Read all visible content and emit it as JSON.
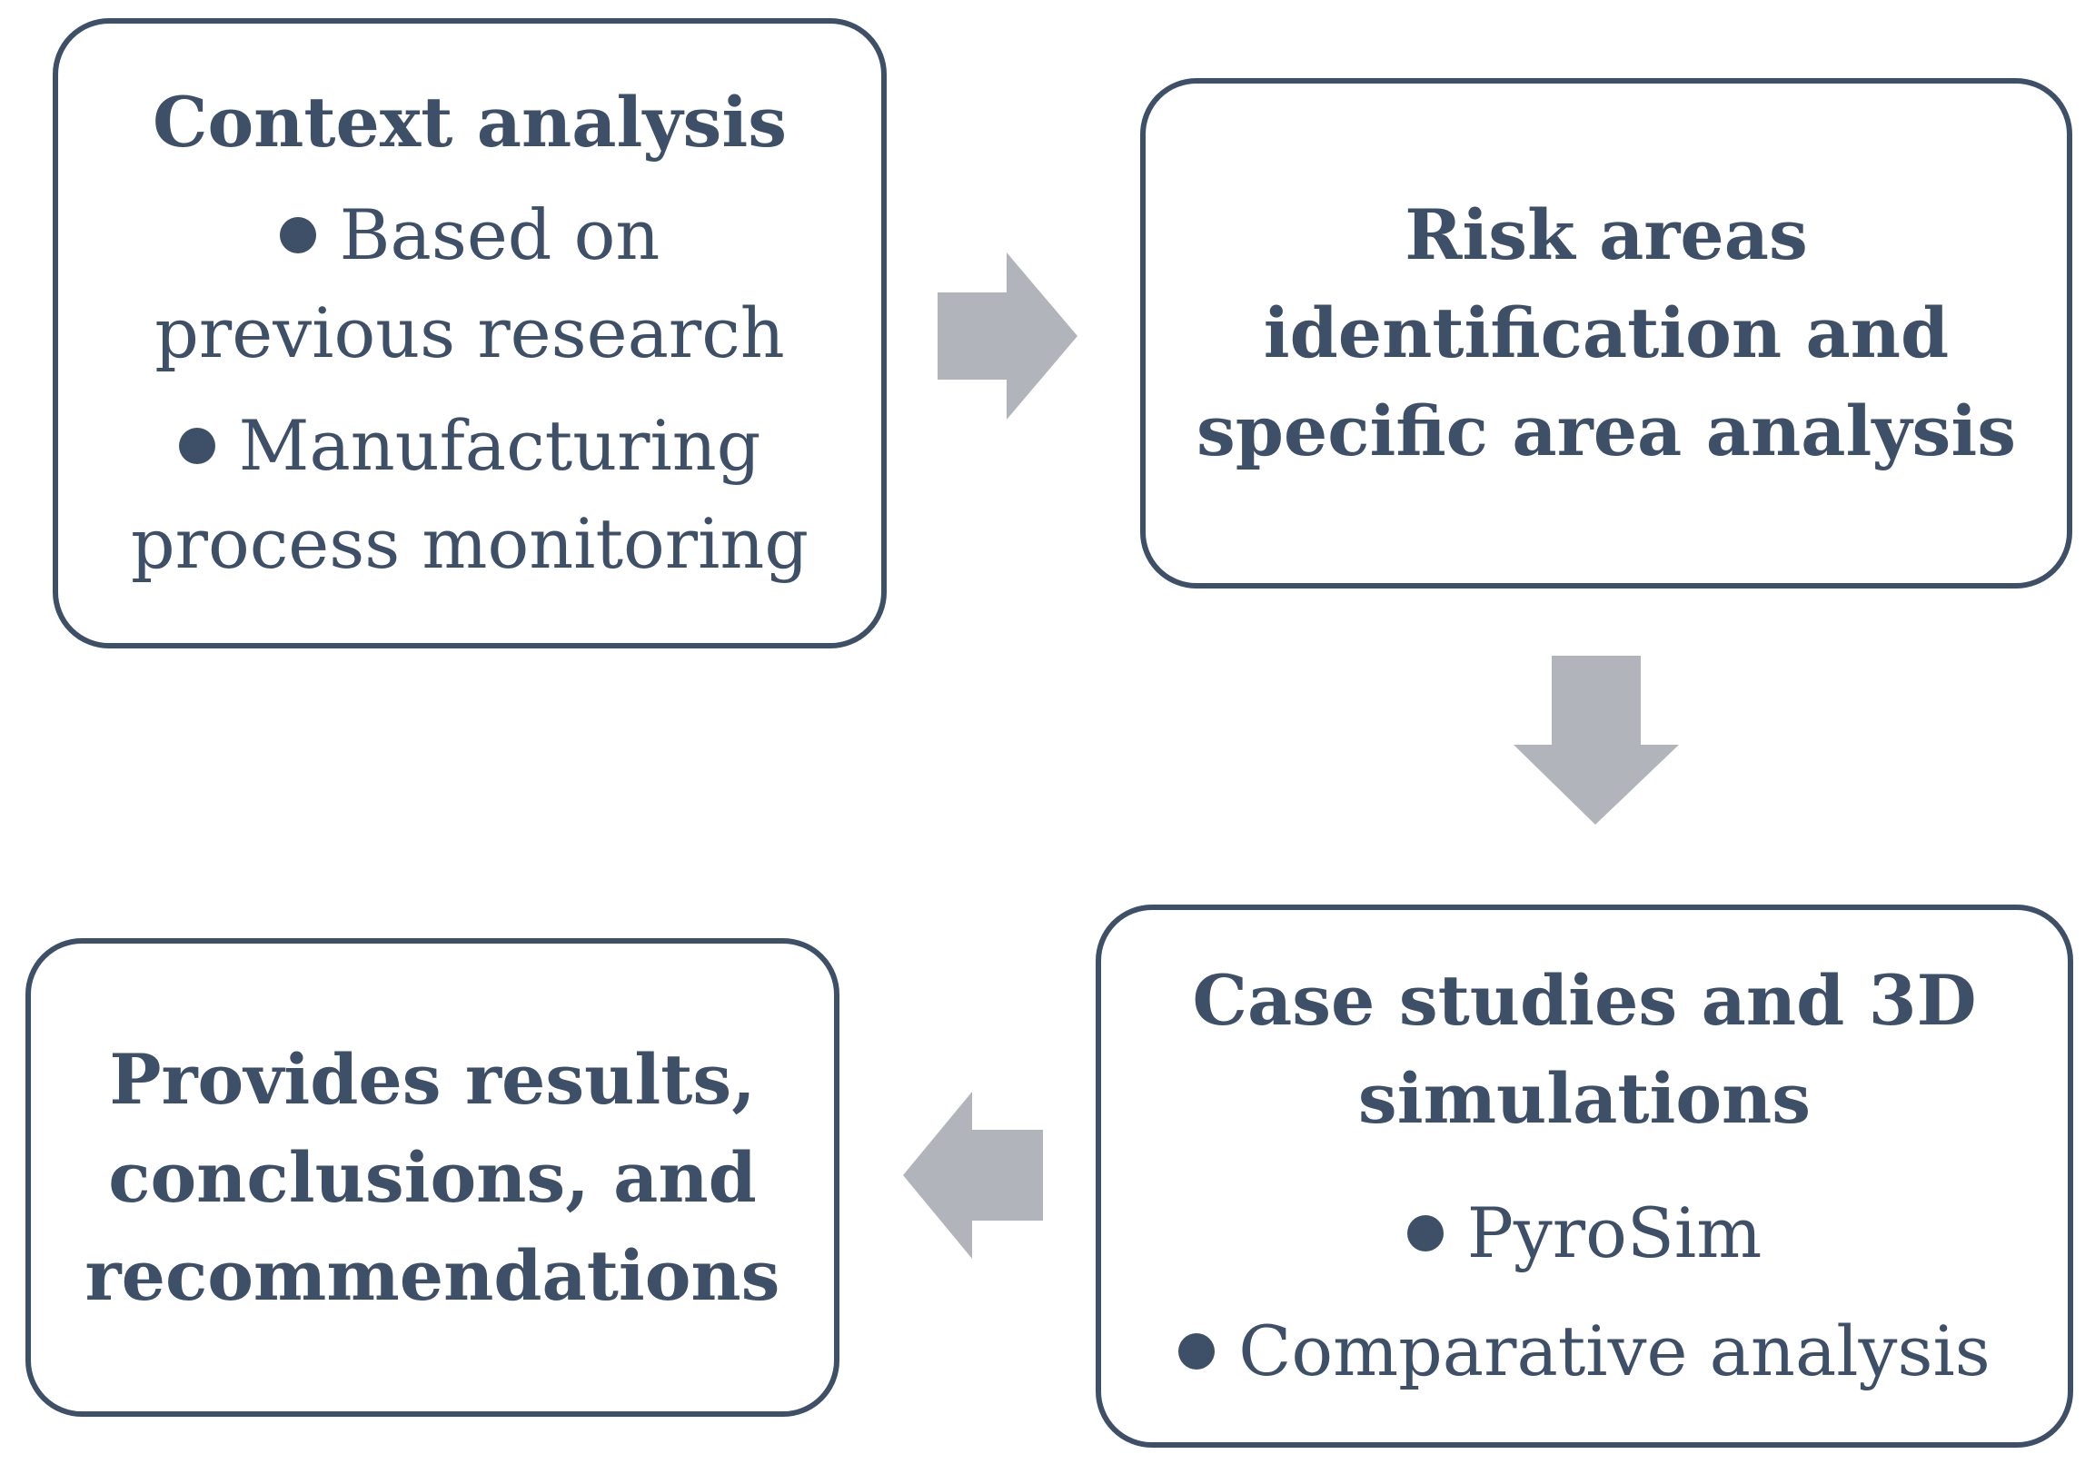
{
  "boxes": {
    "context": {
      "title": "Context analysis",
      "bullets": [
        {
          "lines": [
            "Based on",
            "previous research"
          ]
        },
        {
          "lines": [
            "Manufacturing",
            "process monitoring"
          ]
        }
      ]
    },
    "risk": {
      "title_lines": [
        "Risk areas",
        "identification and",
        "specific area analysis"
      ]
    },
    "case": {
      "title_lines": [
        "Case studies and 3D",
        "simulations"
      ],
      "bullets": [
        "PyroSim",
        "Comparative analysis"
      ]
    },
    "results": {
      "title_lines": [
        "Provides results,",
        "conclusions, and",
        "recommendations"
      ]
    }
  },
  "colors": {
    "text_and_border": "#3e5068",
    "arrow": "#b1b4ba",
    "background": "#ffffff"
  },
  "arrows": [
    "arrow-right",
    "arrow-down",
    "arrow-left"
  ]
}
